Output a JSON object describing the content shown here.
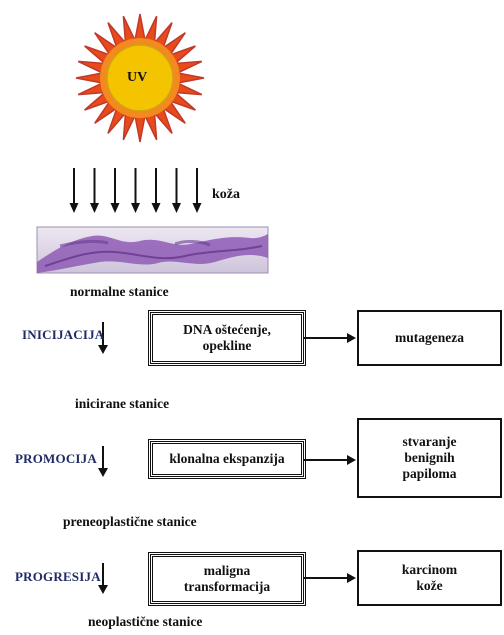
{
  "sun": {
    "label": "UV",
    "ray_color": "#C0392B",
    "disc_color": "#F5C400",
    "disc_border": "#D4A017"
  },
  "skin": {
    "label": "koža",
    "arrow_count": 7
  },
  "labels": {
    "normal_cells": "normalne stanice",
    "initiated_cells": "inicirane stanice",
    "preneoplastic_cells": "preneoplastične stanice",
    "neoplastic_cells": "neoplastične stanice"
  },
  "stages": [
    {
      "name": "INICIJACIJA",
      "process": "DNA oštećenje,\nopekline",
      "outcome": "mutageneza"
    },
    {
      "name": "PROMOCIJA",
      "process": "klonalna ekspanzija",
      "outcome": "stvaranje\nbenignih\npapiloma"
    },
    {
      "name": "PROGRESIJA",
      "process": "maligna\ntransformacija",
      "outcome": "karcinom\nkože"
    }
  ],
  "colors": {
    "stage_text": "#1F2A66",
    "skin_tissue": "#8E5CB5",
    "skin_background": "#D8CFE3"
  }
}
